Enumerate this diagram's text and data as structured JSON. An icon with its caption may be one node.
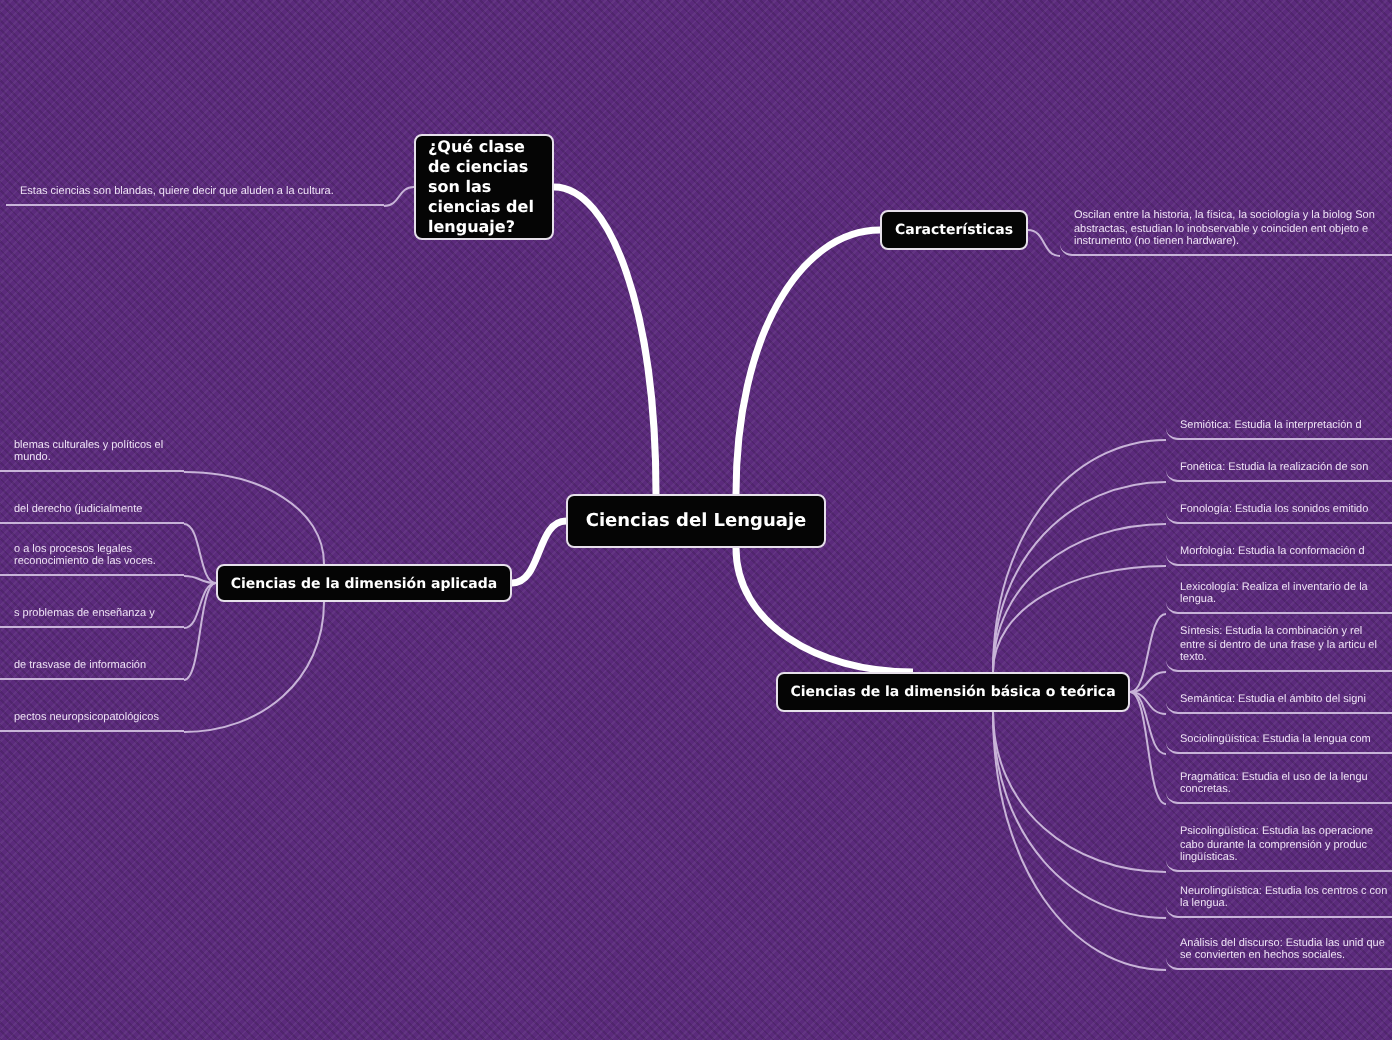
{
  "diagram": {
    "nodes": [
      {
        "text": [
          "Ciencias del Lenguaje"
        ]
      },
      {
        "text": [
          "¿Qué clase de ciencias son las ciencias del lenguaje?"
        ]
      },
      {
        "text": [
          "Estas ciencias son blandas, quiere decir que aluden a la cultura."
        ]
      },
      {
        "text": [
          "Características"
        ]
      },
      {
        "text": [
          "Oscilan entre la historia, la física, la sociología y la biolog Son abstractas, estudian lo inobservable y coinciden ent objeto e instrumento (no tienen hardware)."
        ]
      },
      {
        "text": [
          "Ciencias de la dimensión aplicada"
        ]
      },
      {
        "text": [
          "blemas culturales y políticos el mundo."
        ]
      },
      {
        "text": [
          "del derecho (judicialmente"
        ]
      },
      {
        "text": [
          "o a los procesos legales reconocimiento de las voces."
        ]
      },
      {
        "text": [
          "s problemas de enseñanza y"
        ]
      },
      {
        "text": [
          "de trasvase de información"
        ]
      },
      {
        "text": [
          "pectos neuropsicopatológicos"
        ]
      },
      {
        "text": [
          "Ciencias de la dimensión básica o teórica"
        ]
      },
      {
        "text": [
          "Semiótica: Estudia la interpretación d"
        ]
      },
      {
        "text": [
          "Fonética: Estudia la realización de son"
        ]
      },
      {
        "text": [
          "Fonología: Estudia los sonidos emitido"
        ]
      },
      {
        "text": [
          "Morfología: Estudia la conformación d"
        ]
      },
      {
        "text": [
          "Lexicología: Realiza el inventario de la lengua."
        ]
      },
      {
        "text": [
          "Síntesis: Estudia la combinación y rel entre sí dentro de una frase y la articu el texto."
        ]
      },
      {
        "text": [
          "Semántica: Estudia el ámbito del signi"
        ]
      },
      {
        "text": [
          "Sociolingüística: Estudia la lengua com"
        ]
      },
      {
        "text": [
          "Pragmática: Estudia el uso de la lengu concretas."
        ]
      },
      {
        "text": [
          "Psicolingüística: Estudia las operacione cabo durante la comprensión y produc lingüísticas."
        ]
      },
      {
        "text": [
          "Neurolingüística: Estudia los centros c con la lengua."
        ]
      },
      {
        "text": [
          "Análisis del discurso: Estudia las unid que se convierten en hechos sociales."
        ]
      }
    ],
    "edges": [
      {
        "from": 0,
        "to": 1,
        "arrow": "none",
        "style": "thick",
        "color": "#ffffff"
      },
      {
        "from": 1,
        "to": 2,
        "arrow": "none"
      },
      {
        "from": 0,
        "to": 3,
        "arrow": "none",
        "style": "thick",
        "color": "#ffffff"
      },
      {
        "from": 3,
        "to": 4,
        "arrow": "none"
      },
      {
        "from": 0,
        "to": 5,
        "arrow": "none",
        "style": "thick",
        "color": "#ffffff"
      },
      {
        "from": 5,
        "to": 6,
        "arrow": "none"
      },
      {
        "from": 5,
        "to": 7,
        "arrow": "none"
      },
      {
        "from": 5,
        "to": 8,
        "arrow": "none"
      },
      {
        "from": 5,
        "to": 9,
        "arrow": "none"
      },
      {
        "from": 5,
        "to": 10,
        "arrow": "none"
      },
      {
        "from": 5,
        "to": 11,
        "arrow": "none"
      },
      {
        "from": 0,
        "to": 12,
        "arrow": "none",
        "style": "thick",
        "color": "#ffffff"
      },
      {
        "from": 12,
        "to": 13,
        "arrow": "none"
      },
      {
        "from": 12,
        "to": 14,
        "arrow": "none"
      },
      {
        "from": 12,
        "to": 15,
        "arrow": "none"
      },
      {
        "from": 12,
        "to": 16,
        "arrow": "none"
      },
      {
        "from": 12,
        "to": 17,
        "arrow": "none"
      },
      {
        "from": 12,
        "to": 18,
        "arrow": "none"
      },
      {
        "from": 12,
        "to": 19,
        "arrow": "none"
      },
      {
        "from": 12,
        "to": 20,
        "arrow": "none"
      },
      {
        "from": 12,
        "to": 21,
        "arrow": "none"
      },
      {
        "from": 12,
        "to": 22,
        "arrow": "none"
      },
      {
        "from": 12,
        "to": 23,
        "arrow": "none"
      },
      {
        "from": 12,
        "to": 24,
        "arrow": "none"
      }
    ]
  }
}
